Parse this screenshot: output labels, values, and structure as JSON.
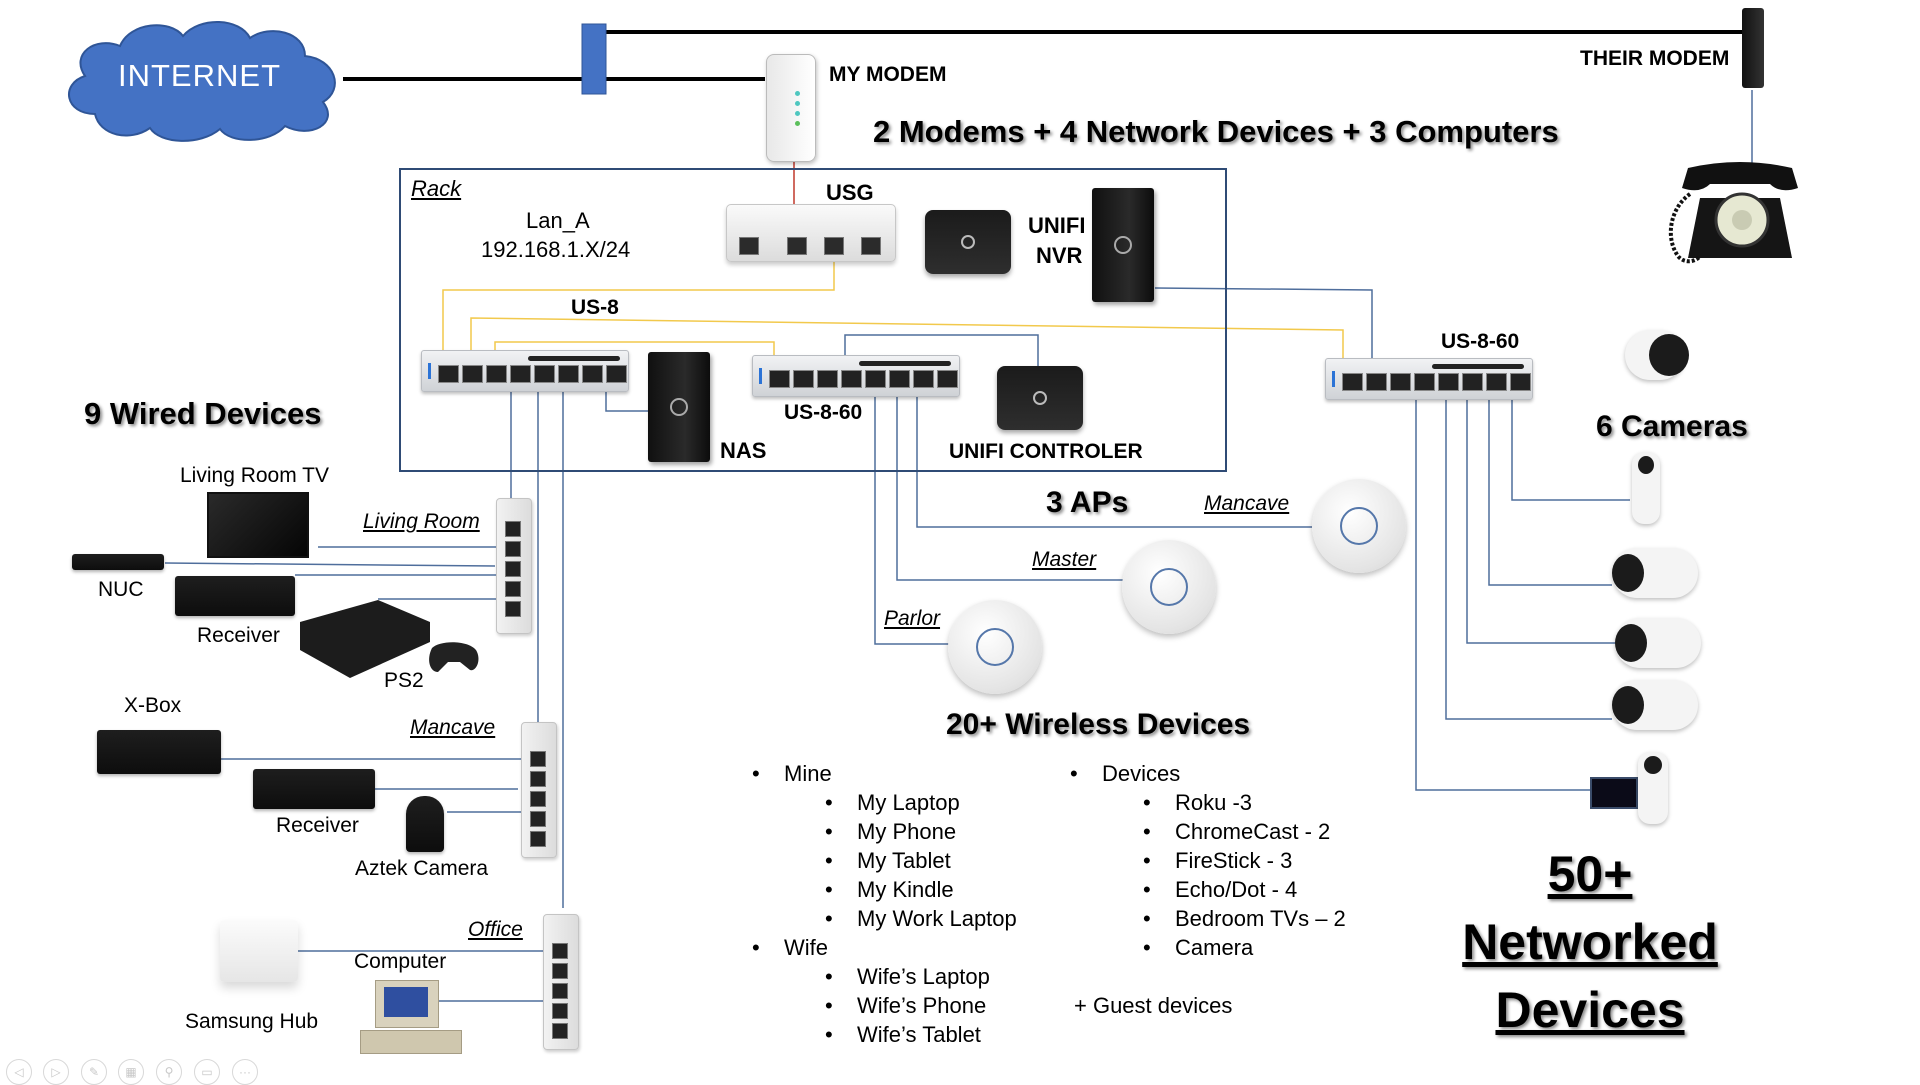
{
  "internet": {
    "label": "INTERNET",
    "color": "#4472C4"
  },
  "modems": {
    "mine": "MY MODEM",
    "theirs": "THEIR MODEM"
  },
  "headings": {
    "summary": "2 Modems + 4 Network Devices + 3 Computers",
    "wired": "9 Wired Devices",
    "aps": "3 APs",
    "cameras": "6 Cameras",
    "wireless": "20+ Wireless Devices"
  },
  "rack": {
    "label": "Rack",
    "lan_name": "Lan_A",
    "subnet": "192.168.1.X/24",
    "usg": "USG",
    "nvr_line1": "UNIFI",
    "nvr_line2": "NVR",
    "us8": "US-8",
    "us860": "US-8-60",
    "nas": "NAS",
    "controller": "UNIFI CONTROLER"
  },
  "remote_switch": {
    "label": "US-8-60"
  },
  "wired": {
    "living_room": {
      "label": "Living Room",
      "devices": [
        "Living Room TV",
        "NUC",
        "Receiver",
        "PS2"
      ]
    },
    "mancave": {
      "label": "Mancave",
      "devices": [
        "X-Box",
        "Receiver",
        "Aztek Camera"
      ]
    },
    "office": {
      "label": "Office",
      "devices": [
        "Computer",
        "Samsung Hub"
      ]
    }
  },
  "access_points": [
    {
      "label": "Mancave"
    },
    {
      "label": "Master"
    },
    {
      "label": "Parlor"
    }
  ],
  "wireless": {
    "mine": {
      "label": "Mine",
      "items": [
        "My Laptop",
        "My Phone",
        "My Tablet",
        "My Kindle",
        "My Work Laptop"
      ]
    },
    "wife": {
      "label": "Wife",
      "items": [
        "Wife’s Laptop",
        "Wife’s Phone",
        "Wife’s Tablet"
      ]
    },
    "devices": {
      "label": "Devices",
      "items": [
        "Roku -3",
        "ChromeCast - 2",
        "FireStick - 3",
        "Echo/Dot - 4",
        "Bedroom TVs – 2",
        "Camera"
      ]
    },
    "guest": "+ Guest devices"
  },
  "total": {
    "line1": "50+",
    "line2": "Networked",
    "line3": "Devices"
  },
  "colors": {
    "wire_blue": "#4f6e9c",
    "wire_yellow": "#f2c94c",
    "wire_red": "#c0392b",
    "rack_border": "#2f4b75"
  },
  "slideshow_controls": [
    {
      "icon": "previous-icon",
      "glyph": "◁"
    },
    {
      "icon": "next-icon",
      "glyph": "▷"
    },
    {
      "icon": "pen-icon",
      "glyph": "✎"
    },
    {
      "icon": "slides-icon",
      "glyph": "▦"
    },
    {
      "icon": "zoom-icon",
      "glyph": "⚲"
    },
    {
      "icon": "subtitles-icon",
      "glyph": "▭"
    },
    {
      "icon": "more-icon",
      "glyph": "···"
    }
  ]
}
